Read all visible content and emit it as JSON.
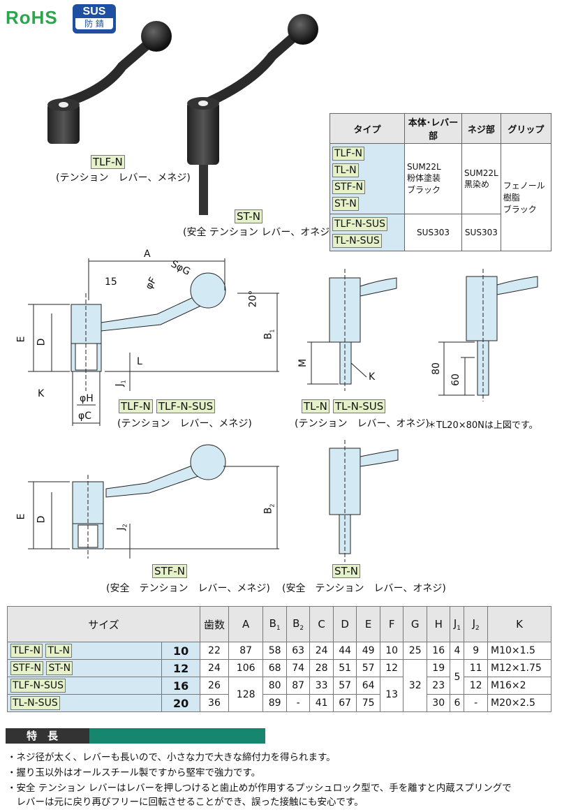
{
  "logos": {
    "rohs": "RoHS",
    "sus": "SUS",
    "sus_sub": "防 錆"
  },
  "photo_captions": {
    "tlf_tag": "TLF-N",
    "tlf_desc": "(テンション　レバー、メネジ)",
    "st_tag": "ST-N",
    "st_desc": "(安全 テンション レバー、オネジ)"
  },
  "material_table": {
    "headers": [
      "タイプ",
      "本体･レバー部",
      "ネジ部",
      "グリップ"
    ],
    "group1_types": [
      "TLF-N",
      "TL-N",
      "STF-N",
      "ST-N"
    ],
    "group1_body": "SUM22L\n粉体塗装\nブラック",
    "group1_screw": "SUM22L\n黒染め",
    "grip": "フェノール樹脂\nブラック",
    "group2_types": [
      "TLF-N-SUS",
      "TL-N-SUS"
    ],
    "group2_body": "SUS303",
    "group2_screw": "SUS303"
  },
  "drawing_labels": {
    "A": "A",
    "SG": "SφG",
    "d15": "15",
    "phiF": "φF",
    "ang": "20°",
    "E": "E",
    "D": "D",
    "B1": "B",
    "B1s": "1",
    "L": "L",
    "J1": "J",
    "J1s": "1",
    "K": "K",
    "phiH": "φH",
    "phiC": "φC",
    "M": "M",
    "K2": "K",
    "d80": "80",
    "d60": "60",
    "B2": "B",
    "B2s": "2",
    "J2": "J",
    "J2s": "2",
    "E2": "E",
    "D2": "D"
  },
  "drawing_captions": {
    "tlf_tags": [
      "TLF-N",
      "TLF-N-SUS"
    ],
    "tlf_desc": "(テンション　レバー、メネジ)",
    "tl_tags": [
      "TL-N",
      "TL-N-SUS"
    ],
    "tl_desc": "(テンション　レバー、オネジ)",
    "note": "＊TL20×80Nは上図です。",
    "stf_tag": "STF-N",
    "stf_desc": "(安全　テンション　レバー、メネジ)",
    "st_tag": "ST-N",
    "st_desc": "(安全　テンション　レバー、オネジ)"
  },
  "size_table": {
    "headers": [
      "サイズ",
      "歯数",
      "A",
      "B1",
      "B2",
      "C",
      "D",
      "E",
      "F",
      "G",
      "H",
      "J1",
      "J2",
      "K"
    ],
    "header_main": [
      "サイズ",
      "歯数",
      "A",
      "B",
      "B",
      "C",
      "D",
      "E",
      "F",
      "G",
      "H",
      "J",
      "J",
      "K"
    ],
    "header_sub": [
      "",
      "",
      "",
      "1",
      "2",
      "",
      "",
      "",
      "",
      "",
      "",
      "1",
      "2",
      ""
    ],
    "type_rows": [
      [
        "TLF-N",
        "TL-N"
      ],
      [
        "STF-N",
        "ST-N"
      ],
      [
        "TLF-N-SUS"
      ],
      [
        "TL-N-SUS"
      ]
    ],
    "rows": [
      {
        "size": "10",
        "teeth": "22",
        "A": "87",
        "B1": "58",
        "B2": "63",
        "C": "24",
        "D": "44",
        "E": "49",
        "F": "10",
        "G": "25",
        "H": "16",
        "J1": "4",
        "J2": "9",
        "K": "M10×1.5"
      },
      {
        "size": "12",
        "teeth": "24",
        "A": "106",
        "B1": "68",
        "B2": "74",
        "C": "28",
        "D": "51",
        "E": "57",
        "F": "12",
        "G": "32",
        "H": "19",
        "J1": "5",
        "J2": "11",
        "K": "M12×1.75"
      },
      {
        "size": "16",
        "teeth": "26",
        "A": "128",
        "B1": "80",
        "B2": "87",
        "C": "33",
        "D": "57",
        "E": "64",
        "F": "13",
        "G": "",
        "H": "23",
        "J1": "",
        "J2": "12",
        "K": "M16×2"
      },
      {
        "size": "20",
        "teeth": "36",
        "A": "",
        "B1": "89",
        "B2": "-",
        "C": "41",
        "D": "67",
        "E": "75",
        "F": "",
        "G": "",
        "H": "30",
        "J1": "6",
        "J2": "-",
        "K": "M20×2.5"
      }
    ]
  },
  "features": {
    "title": "特　長",
    "items": [
      "・ネジ径が太く、レバーも長いので、小さな力で大きな締付力を得られます。",
      "・握り玉以外はオールスチール製ですから堅牢で強力です。",
      "・安全 テンション レバーはレバーを押しつけると歯止めが作用するプッシュロック型で、手を離すと内蔵スプリングで",
      "　レバーは元に戻り再びフリーに回転させることができ、誤った接触にも安心です。"
    ]
  }
}
